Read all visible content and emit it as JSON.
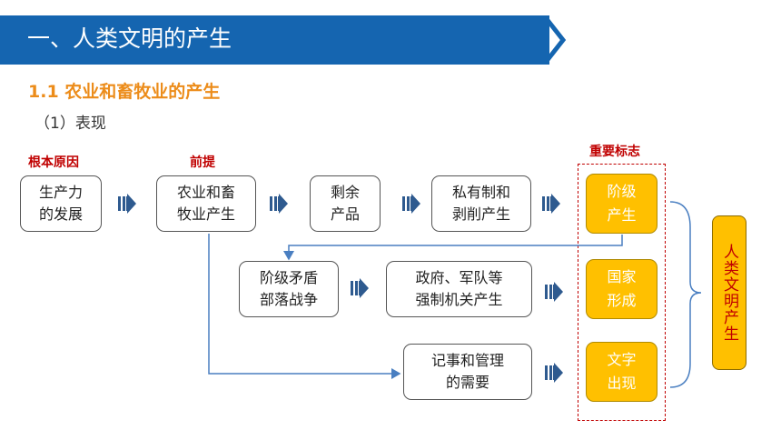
{
  "header": {
    "title": "一、人类文明的产生",
    "section": "1.1 农业和畜牧业的产生",
    "subsection": "（1）表现"
  },
  "labels": {
    "root_cause": "根本原因",
    "premise": "前提",
    "key_sign": "重要标志"
  },
  "flow": {
    "productivity": [
      "生产力",
      "的发展"
    ],
    "agriculture": [
      "农业和畜",
      "牧业产生"
    ],
    "surplus": [
      "剩余",
      "产品"
    ],
    "private": [
      "私有制和",
      "剥削产生"
    ],
    "classes": [
      "阶级",
      "产生"
    ],
    "conflict": [
      "阶级矛盾",
      "部落战争"
    ],
    "government": [
      "政府、军队等",
      "强制机关产生"
    ],
    "state": [
      "国家",
      "形成"
    ],
    "records": [
      "记事和管理",
      "的需要"
    ],
    "writing": [
      "文字",
      "出现"
    ]
  },
  "result": "人类文明产生",
  "colors": {
    "title_bar": "#1565b0",
    "section": "#ec8c1a",
    "highlight": "#ffc000",
    "label_red": "#c00000",
    "arrow": "#2e5a8f",
    "connector": "#4a7fc1"
  }
}
